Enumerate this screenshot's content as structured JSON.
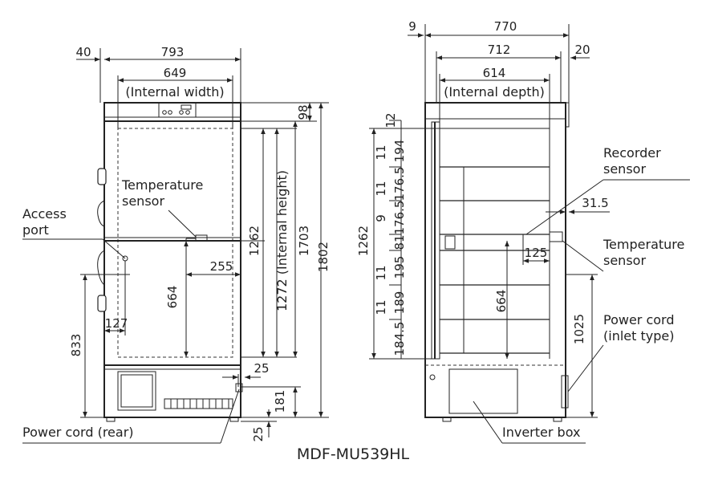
{
  "model": "MDF-MU539HL",
  "front": {
    "dims": {
      "w_793": "793",
      "w_40": "40",
      "w_649": "649",
      "internal_width": "(Internal width)",
      "h_98": "98",
      "h_1262": "1262",
      "h_1272_internal": "1272 (Internal height)",
      "h_1703": "1703",
      "h_1802": "1802",
      "d_255": "255",
      "h_664": "664",
      "d_127": "127",
      "h_833": "833",
      "d_25_h": "25",
      "h_181": "181",
      "h_25": "25"
    },
    "labels": {
      "temperature_sensor_1": "Temperature",
      "temperature_sensor_2": "sensor",
      "access_port_1": "Access",
      "access_port_2": "port",
      "power_cord_rear": "Power cord (rear)"
    }
  },
  "side": {
    "dims": {
      "w_9": "9",
      "w_770": "770",
      "w_712": "712",
      "w_20": "20",
      "w_614": "614",
      "internal_depth": "(Internal depth)",
      "h_12": "12",
      "h_11a": "11",
      "h_194": "194",
      "h_11b": "11",
      "h_176_5a": "176.5",
      "h_9": "9",
      "h_176_5b": "176.5",
      "h_81": "81",
      "h_11c": "11",
      "h_195": "195",
      "h_11d": "11",
      "h_189": "189",
      "h_184_5": "184.5",
      "h_1262": "1262",
      "h_664": "664",
      "d_31_5": "31.5",
      "d_125": "125",
      "h_1025": "1025"
    },
    "labels": {
      "recorder_sensor_1": "Recorder",
      "recorder_sensor_2": "sensor",
      "temperature_sensor_1": "Temperature",
      "temperature_sensor_2": "sensor",
      "power_cord_1": "Power cord",
      "power_cord_2": "(inlet type)",
      "inverter_box": "Inverter box"
    }
  }
}
